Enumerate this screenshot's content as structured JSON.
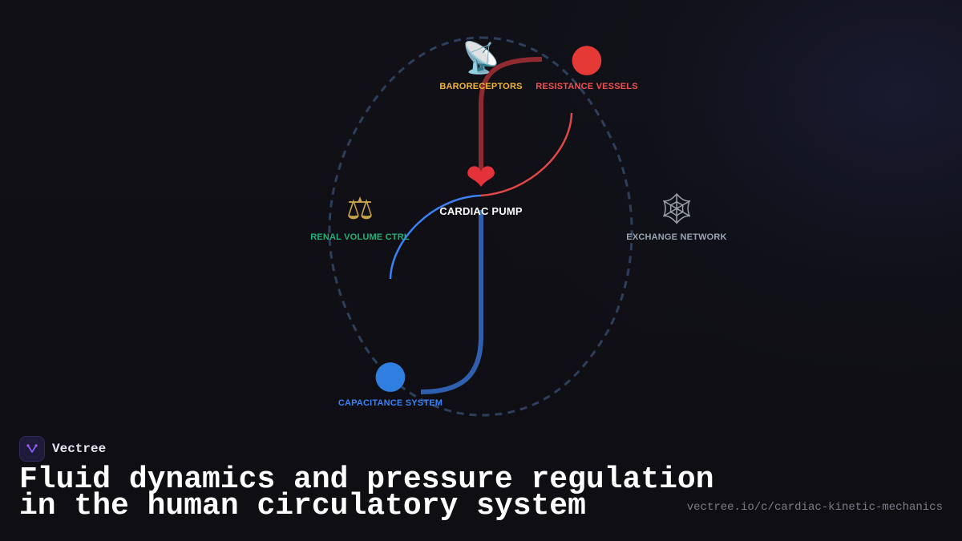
{
  "brand": {
    "name": "Vectree"
  },
  "title": {
    "line1": "Fluid dynamics and pressure regulation",
    "line2": "in the human circulatory system"
  },
  "url": "vectree.io/c/cardiac-kinetic-mechanics",
  "colors": {
    "background": "#0f0f14",
    "orbit": "#2d3f5c",
    "artery": "#8f2a30",
    "artery_bright": "#e04848",
    "vein": "#2f5fae",
    "vein_bright": "#3b82f6",
    "cardiac_label": "#ffffff",
    "baroreceptors_label": "#f2b733",
    "resistance_label": "#f05252",
    "renal_label": "#22b07a",
    "exchange_label": "#9aa3b2",
    "capacitance_label": "#3b82f6"
  },
  "nodes": {
    "cardiac_pump": {
      "label": "CARDIAC PUMP",
      "icon": "heart-icon",
      "glyph": "❤"
    },
    "baroreceptors": {
      "label": "BARORECEPTORS",
      "icon": "satellite-antenna-icon",
      "glyph": "📡"
    },
    "resistance_vessels": {
      "label": "RESISTANCE VESSELS",
      "icon": "red-circle-icon",
      "glyph": "●"
    },
    "renal_volume_ctrl": {
      "label": "RENAL VOLUME CTRL",
      "icon": "balance-scale-icon",
      "glyph": "⚖"
    },
    "exchange_network": {
      "label": "EXCHANGE NETWORK",
      "icon": "spider-web-icon",
      "glyph": "🕸"
    },
    "capacitance_system": {
      "label": "CAPACITANCE SYSTEM",
      "icon": "blue-circle-icon",
      "glyph": "●"
    }
  }
}
